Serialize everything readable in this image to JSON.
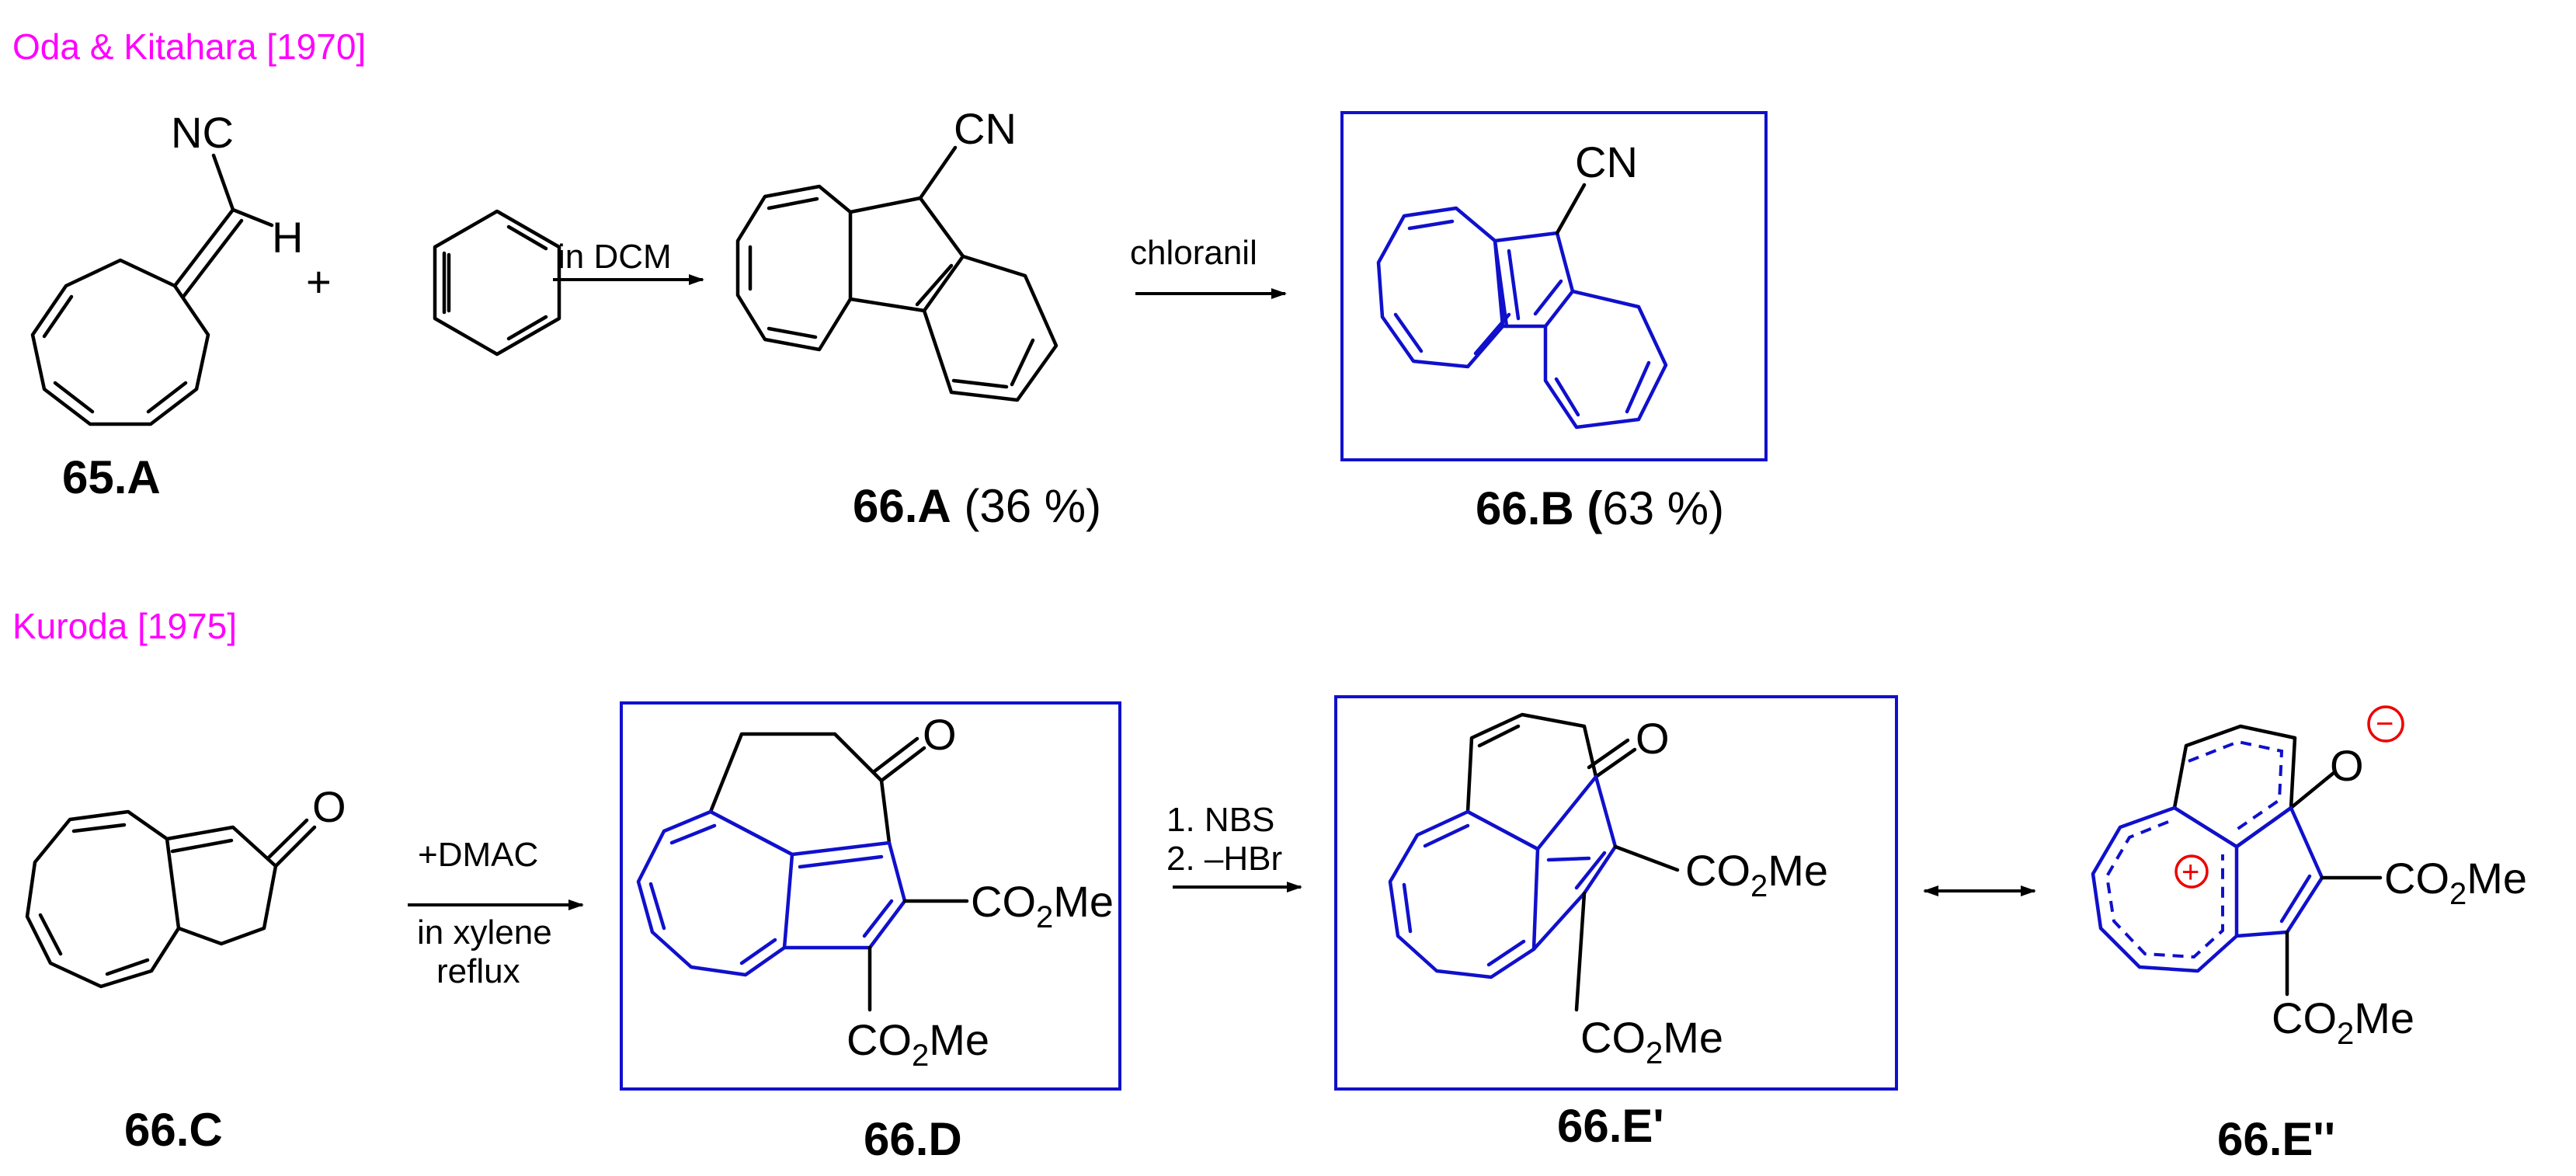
{
  "sections": [
    {
      "reference": "Oda & Kitahara [1970]"
    },
    {
      "reference": "Kuroda [1975]"
    }
  ],
  "colors": {
    "reference": "#ff00ff",
    "highlight": "#1010cc",
    "charge": "#ee0000",
    "bond": "#000000"
  },
  "compounds": {
    "c65A": {
      "label": "65.A"
    },
    "c66A": {
      "label": "66.A",
      "yield": " (36 %)"
    },
    "c66B": {
      "label": "66.B (",
      "yield": "63 %)"
    },
    "c66C": {
      "label": "66.C"
    },
    "c66D": {
      "label": "66.D"
    },
    "c66E1": {
      "label": "66.E'"
    },
    "c66E2": {
      "label": "66.E''"
    }
  },
  "atoms": {
    "nc": "NC",
    "h": "H",
    "cn": "CN",
    "o": "O",
    "co2me_main": "CO",
    "co2me_sub": "2",
    "co2me_tail": "Me",
    "plus": "+",
    "minus": "−"
  },
  "reagents": {
    "plus_sign": "+",
    "step1": "in DCM",
    "step2": "chloranil",
    "step3_top": "+DMAC",
    "step3_bottom1": "in xylene",
    "step3_bottom2": "reflux",
    "step4_line1": "1. NBS",
    "step4_line2": "2. –HBr"
  }
}
